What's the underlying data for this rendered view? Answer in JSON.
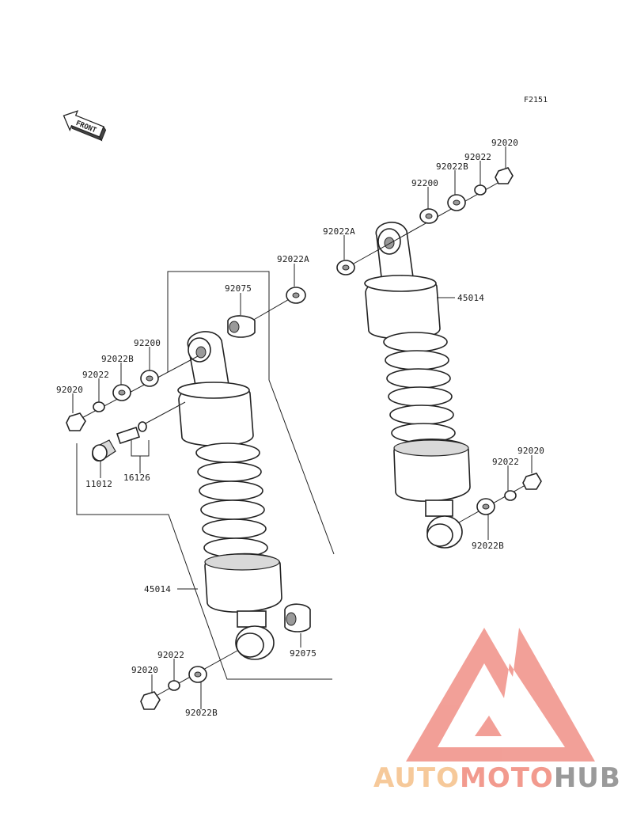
{
  "diagram_code": "F2151",
  "front_label": "FRONT",
  "watermark": {
    "part1": "AUTO",
    "part2": "MOTO",
    "part3": "HUB",
    "color1": "#f6c99a",
    "color2": "#f29a8e",
    "color3": "#9a9a9a",
    "logo_color": "#f08f86"
  },
  "labels": {
    "r_92020_top": "92020",
    "r_92022_top": "92022",
    "r_92022B_top": "92022B",
    "r_92200_top": "92200",
    "r_92022A_top": "92022A",
    "r_45014": "45014",
    "r_92020_bot": "92020",
    "r_92022_bot": "92022",
    "r_92022B_bot": "92022B",
    "l_92022A_top": "92022A",
    "l_92075_top": "92075",
    "l_92200": "92200",
    "l_92022B_top": "92022B",
    "l_92022_top": "92022",
    "l_92020_top": "92020",
    "l_11012": "11012",
    "l_16126": "16126",
    "l_45014": "45014",
    "l_92075_bot": "92075",
    "l_92022_bot": "92022",
    "l_92020_bot": "92020",
    "l_92022B_bot": "92022B"
  }
}
